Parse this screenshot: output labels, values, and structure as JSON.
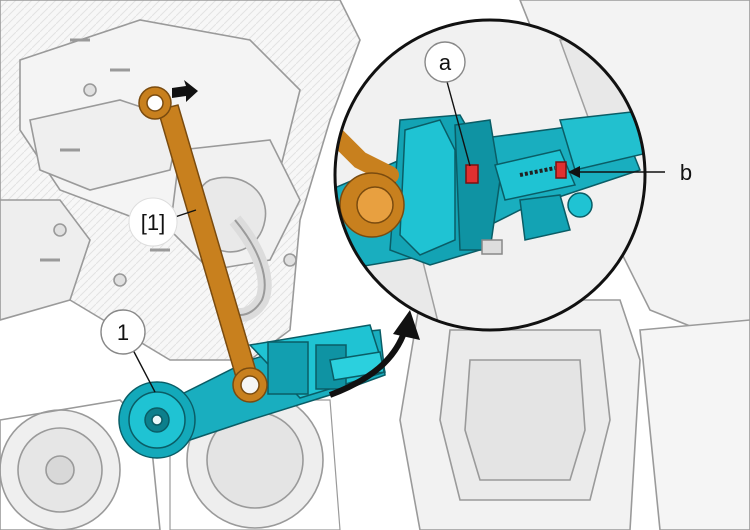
{
  "labels": {
    "tool_ref": "[1]",
    "part_1": "1",
    "detail_a": "a",
    "detail_b": "b"
  },
  "icons": {
    "direction_arrow": "black-arrow-right-icon",
    "zoom_arrow": "curved-arrow-icon"
  },
  "colors": {
    "wrench": "#c8801e",
    "tensioner": "#1ab6c6",
    "marker": "#e03030",
    "line_art": "#8a8a8a",
    "background": "#ffffff"
  }
}
